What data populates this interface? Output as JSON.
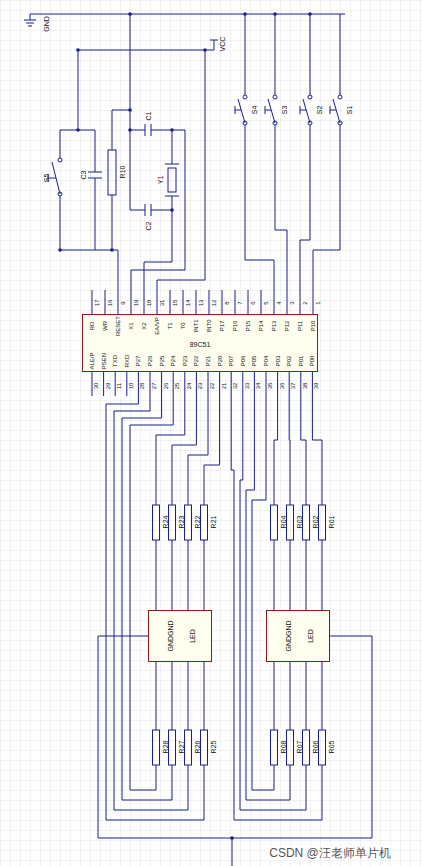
{
  "diagram": {
    "nodes": [
      {
        "text": [
          "89C51"
        ]
      },
      {
        "text": [
          "GNDGND",
          "LED"
        ]
      },
      {
        "text": [
          "GNDGND",
          "LED"
        ]
      }
    ],
    "labels": [
      "GND",
      "VCC",
      "S4",
      "S3",
      "S2",
      "S1",
      "S5",
      "C3",
      "R10",
      "C1",
      "C2",
      "Y1",
      "17",
      "16",
      "9",
      "19",
      "18",
      "31",
      "15",
      "14",
      "13",
      "12",
      "8",
      "7",
      "6",
      "5",
      "4",
      "3",
      "2",
      "1",
      "RD",
      "WR",
      "RESET",
      "X1",
      "X2",
      "EA/VP",
      "T1",
      "T0",
      "INT1",
      "INT0",
      "P17",
      "P16",
      "P15",
      "P14",
      "P13",
      "P12",
      "P11",
      "P10",
      "ALE/P",
      "PSEN",
      "TXD",
      "RXD",
      "P27",
      "P26",
      "P25",
      "P24",
      "P23",
      "P22",
      "P21",
      "P20",
      "P07",
      "P06",
      "P05",
      "P04",
      "P03",
      "P02",
      "P01",
      "P00",
      "30",
      "29",
      "11",
      "10",
      "28",
      "27",
      "26",
      "25",
      "24",
      "23",
      "22",
      "21",
      "32",
      "33",
      "34",
      "35",
      "36",
      "37",
      "38",
      "39",
      "R24",
      "R23",
      "R22",
      "R21",
      "R04",
      "R03",
      "R02",
      "R01",
      "R28",
      "R27",
      "R26",
      "R25",
      "R08",
      "R07",
      "R06",
      "R05",
      "CSDN @汪老师单片机"
    ]
  }
}
